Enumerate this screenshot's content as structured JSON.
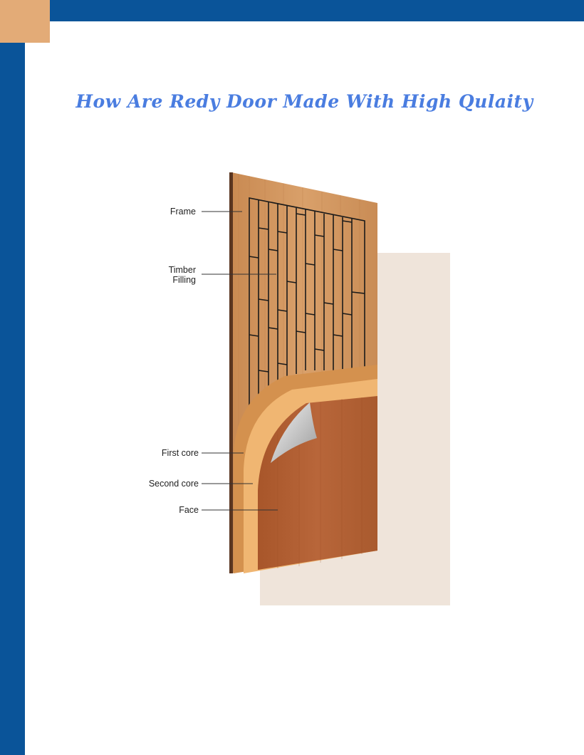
{
  "page": {
    "title": "How Are Redy Door Made With High Qulaity",
    "colors": {
      "brand_blue": "#0a5499",
      "accent_tan": "#e3ab77",
      "title_blue": "#4a7de0"
    }
  },
  "door_diagram": {
    "labels": {
      "frame": "Frame",
      "timber_filling_line1": "Timber",
      "timber_filling_line2": "Filling",
      "first_core": "First core",
      "second_core": "Second core",
      "face": "Face"
    }
  }
}
